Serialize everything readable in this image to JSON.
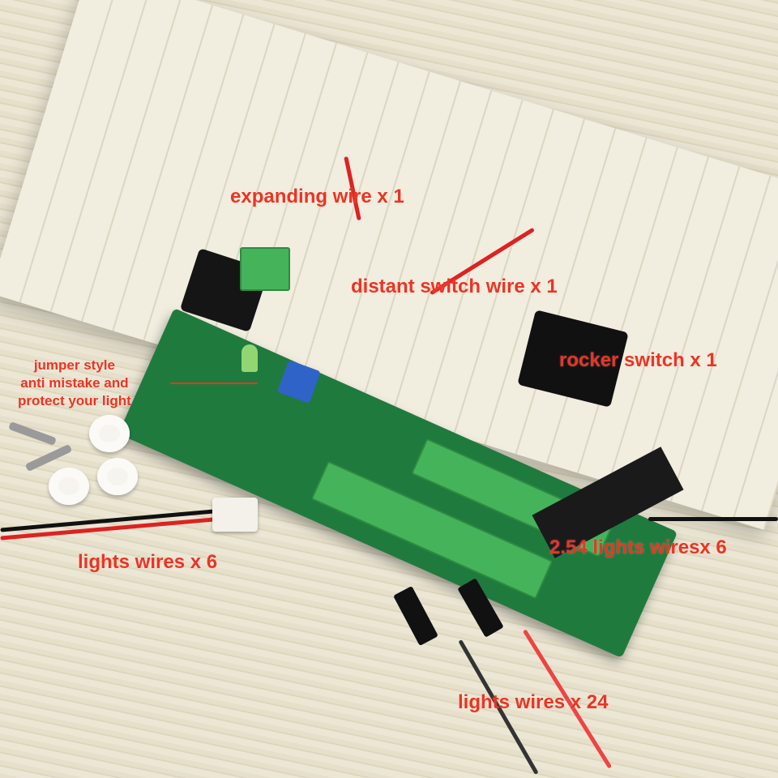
{
  "labels": {
    "expanding_wire": "expanding wire x 1",
    "distant_switch_wire": "distant switch wire x 1",
    "rocker_switch": "rocker switch x 1",
    "jumper_line1": "jumper style",
    "jumper_line2": "anti mistake and",
    "jumper_line3": "protect your light",
    "lights_wires_6": "lights wires x 6",
    "lights_wires_254": "2.54 lights wiresx 6",
    "lights_wires_24": "lights wires x 24"
  },
  "colors": {
    "label": "#ee3322",
    "pcb": "#1f7a3e",
    "terminal": "#45b35a"
  }
}
